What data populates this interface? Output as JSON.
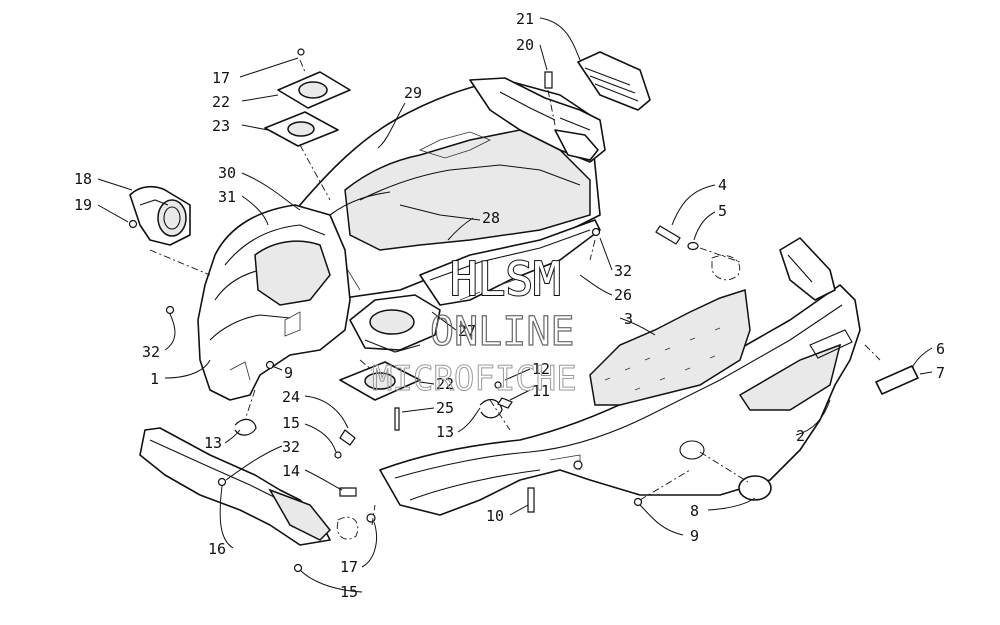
{
  "diagram": {
    "callouts": [
      {
        "id": "c17a",
        "text": "17"
      },
      {
        "id": "c22a",
        "text": "22"
      },
      {
        "id": "c23",
        "text": "23"
      },
      {
        "id": "c29",
        "text": "29"
      },
      {
        "id": "c21",
        "text": "21"
      },
      {
        "id": "c20",
        "text": "20"
      },
      {
        "id": "c18",
        "text": "18"
      },
      {
        "id": "c19",
        "text": "19"
      },
      {
        "id": "c30",
        "text": "30"
      },
      {
        "id": "c31",
        "text": "31"
      },
      {
        "id": "c28",
        "text": "28"
      },
      {
        "id": "c4",
        "text": "4"
      },
      {
        "id": "c5",
        "text": "5"
      },
      {
        "id": "c32a",
        "text": "32"
      },
      {
        "id": "c26",
        "text": "26"
      },
      {
        "id": "c3",
        "text": "3"
      },
      {
        "id": "c27",
        "text": "27"
      },
      {
        "id": "c32b",
        "text": "32"
      },
      {
        "id": "c1",
        "text": "1"
      },
      {
        "id": "c9a",
        "text": "9"
      },
      {
        "id": "c12",
        "text": "12"
      },
      {
        "id": "c11",
        "text": "11"
      },
      {
        "id": "c22b",
        "text": "22"
      },
      {
        "id": "c6",
        "text": "6"
      },
      {
        "id": "c7",
        "text": "7"
      },
      {
        "id": "c24",
        "text": "24"
      },
      {
        "id": "c25",
        "text": "25"
      },
      {
        "id": "c15a",
        "text": "15"
      },
      {
        "id": "c13a",
        "text": "13"
      },
      {
        "id": "c13b",
        "text": "13"
      },
      {
        "id": "c32c",
        "text": "32"
      },
      {
        "id": "c2",
        "text": "2"
      },
      {
        "id": "c14",
        "text": "14"
      },
      {
        "id": "c10",
        "text": "10"
      },
      {
        "id": "c8",
        "text": "8"
      },
      {
        "id": "c9b",
        "text": "9"
      },
      {
        "id": "c16",
        "text": "16"
      },
      {
        "id": "c17b",
        "text": "17"
      },
      {
        "id": "c15b",
        "text": "15"
      }
    ]
  },
  "watermark": {
    "line1": "HLSM",
    "line2": "ONLINE",
    "line3": "MICROFICHE"
  }
}
